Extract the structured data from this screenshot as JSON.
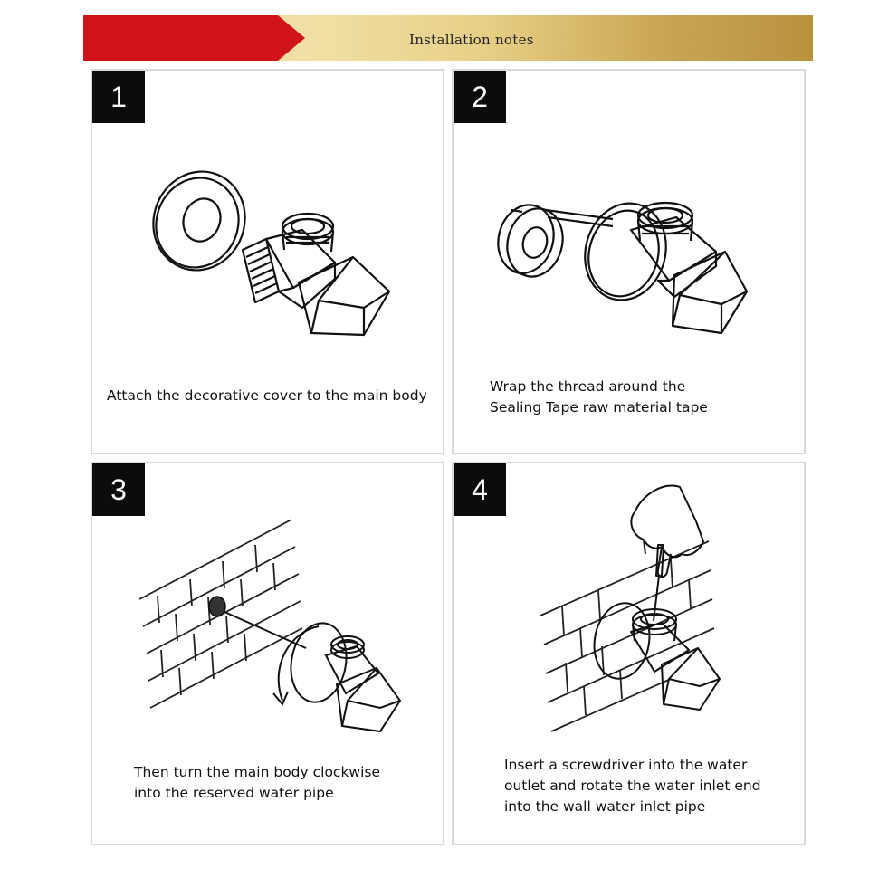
{
  "header": {
    "title": "Installation notes"
  },
  "steps": [
    {
      "number": "1",
      "lines": [
        "Attach the decorative cover to the main body"
      ]
    },
    {
      "number": "2",
      "lines": [
        "Wrap the thread around the",
        "Sealing Tape raw material tape"
      ]
    },
    {
      "number": "3",
      "lines": [
        "Then turn the main body clockwise",
        "into the reserved water pipe"
      ]
    },
    {
      "number": "4",
      "lines": [
        "Insert a screwdriver into the water",
        "outlet and rotate the water inlet end",
        "into the wall water inlet pipe"
      ]
    }
  ],
  "colors": {
    "banner_red": "#d0141a",
    "banner_gold": "#e7cf86",
    "badge": "#0c0c0c"
  }
}
